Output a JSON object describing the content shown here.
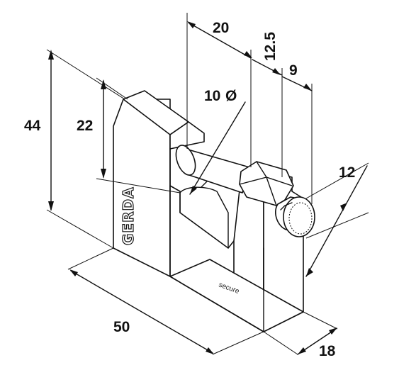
{
  "diagram": {
    "dimensions": {
      "width": "50",
      "depth": "18",
      "height": "44",
      "opening_height": "22",
      "opening_width": "20",
      "shackle_nut": "12.5",
      "cylinder_length": "9",
      "cylinder_diameter": "12",
      "shackle_diameter": "10"
    },
    "diameter_symbol": "Ø",
    "brand": "GERDA",
    "model": "secure"
  }
}
